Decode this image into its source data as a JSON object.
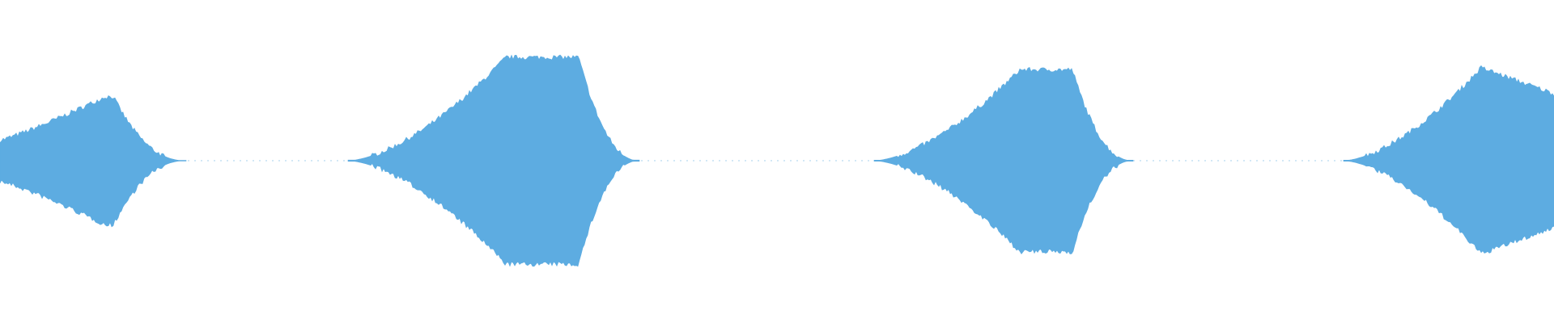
{
  "waveform": {
    "color": "#5dace1",
    "background": "#ffffff",
    "bursts": [
      {
        "peak_amplitude": 0.62,
        "shape": "partial-start"
      },
      {
        "peak_amplitude": 1.0,
        "shape": "full"
      },
      {
        "peak_amplitude": 0.88,
        "shape": "full"
      },
      {
        "peak_amplitude": 0.9,
        "shape": "partial-end"
      }
    ]
  }
}
